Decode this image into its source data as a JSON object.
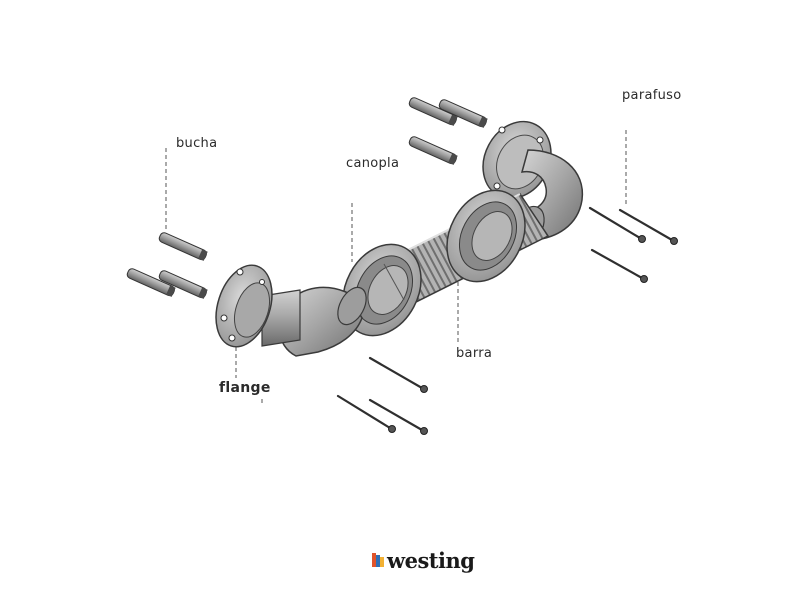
{
  "labels": {
    "bucha": "bucha",
    "canopla": "canopla",
    "parafuso": "parafuso",
    "barra": "barra",
    "flange": "flange"
  },
  "brand": {
    "name": "westing",
    "mark_colors": [
      "#e0542b",
      "#2f6fb5",
      "#f2b134"
    ]
  },
  "colors": {
    "metal_light": "#c9c9c9",
    "metal_mid": "#9a9a9a",
    "metal_dark": "#5e5e5e",
    "outline": "#3a3a3a",
    "label_text": "#2b2b2b"
  }
}
